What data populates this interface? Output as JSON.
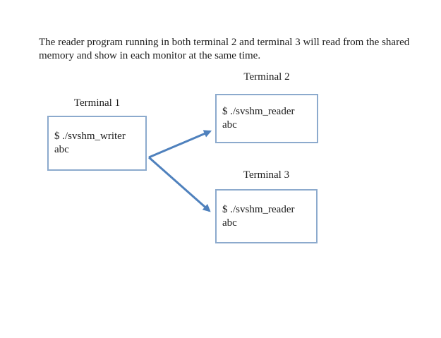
{
  "intro": {
    "text": "The reader program running in both terminal 2 and terminal 3 will read from the shared memory and show in each monitor at the same time."
  },
  "diagram": {
    "terminal1": {
      "label": "Terminal 1",
      "command": "$ ./svshm_writer\nabc"
    },
    "terminal2": {
      "label": "Terminal 2",
      "command": "$ ./svshm_reader\nabc"
    },
    "terminal3": {
      "label": "Terminal 3",
      "command": "$ ./svshm_reader\nabc"
    },
    "arrows": [
      {
        "from": "terminal1",
        "to": "terminal2"
      },
      {
        "from": "terminal1",
        "to": "terminal3"
      }
    ],
    "colors": {
      "box_border": "#8caacd",
      "arrow": "#4f81bd",
      "text": "#1c1c1c",
      "background": "#ffffff"
    }
  }
}
